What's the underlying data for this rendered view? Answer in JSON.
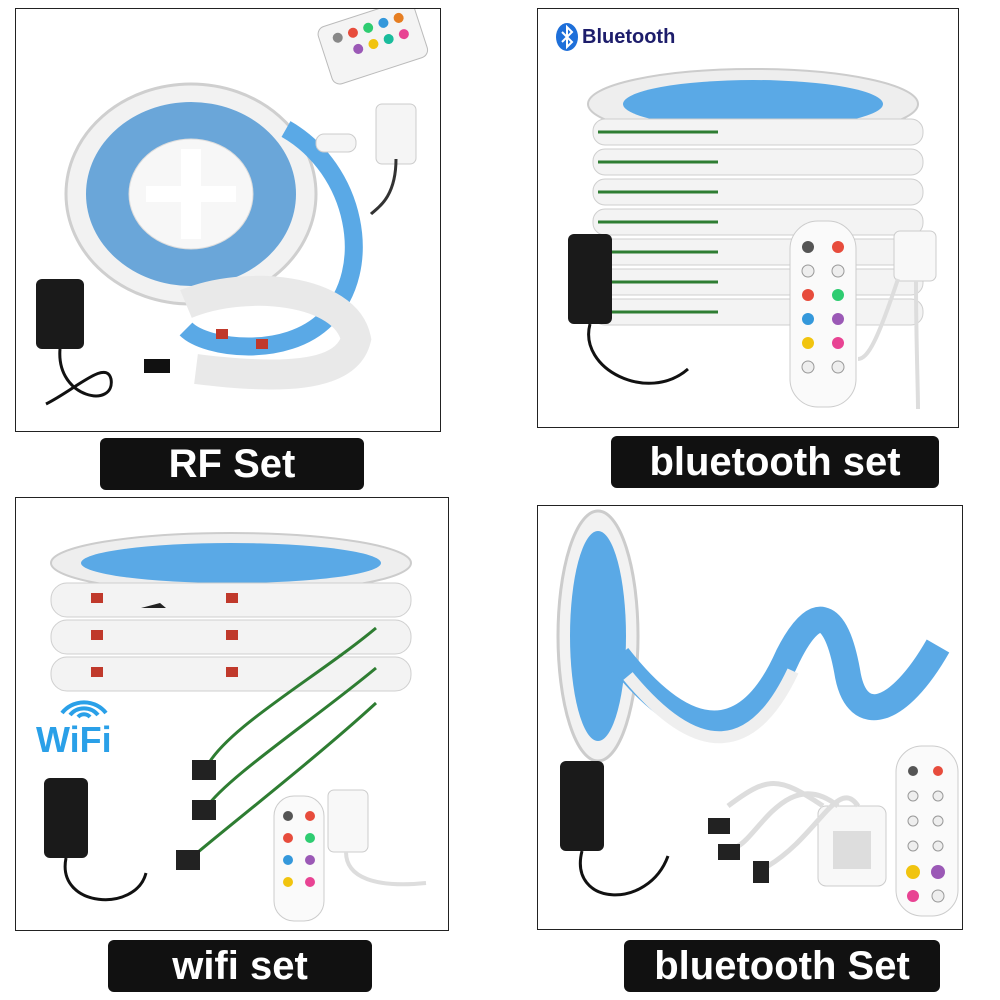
{
  "panels": {
    "rf": {
      "label": "RF Set"
    },
    "bt1": {
      "label": "bluetooth set",
      "badge": "Bluetooth"
    },
    "wifi": {
      "label": "wifi set",
      "badge": "WiFi"
    },
    "bt2": {
      "label": "bluetooth Set"
    }
  },
  "colors": {
    "strip_blue": "#5aa9e6",
    "label_bg": "#111111",
    "label_text": "#ffffff",
    "wifi_blue": "#2aa0e8",
    "bt_blue": "#1d1d6b"
  }
}
